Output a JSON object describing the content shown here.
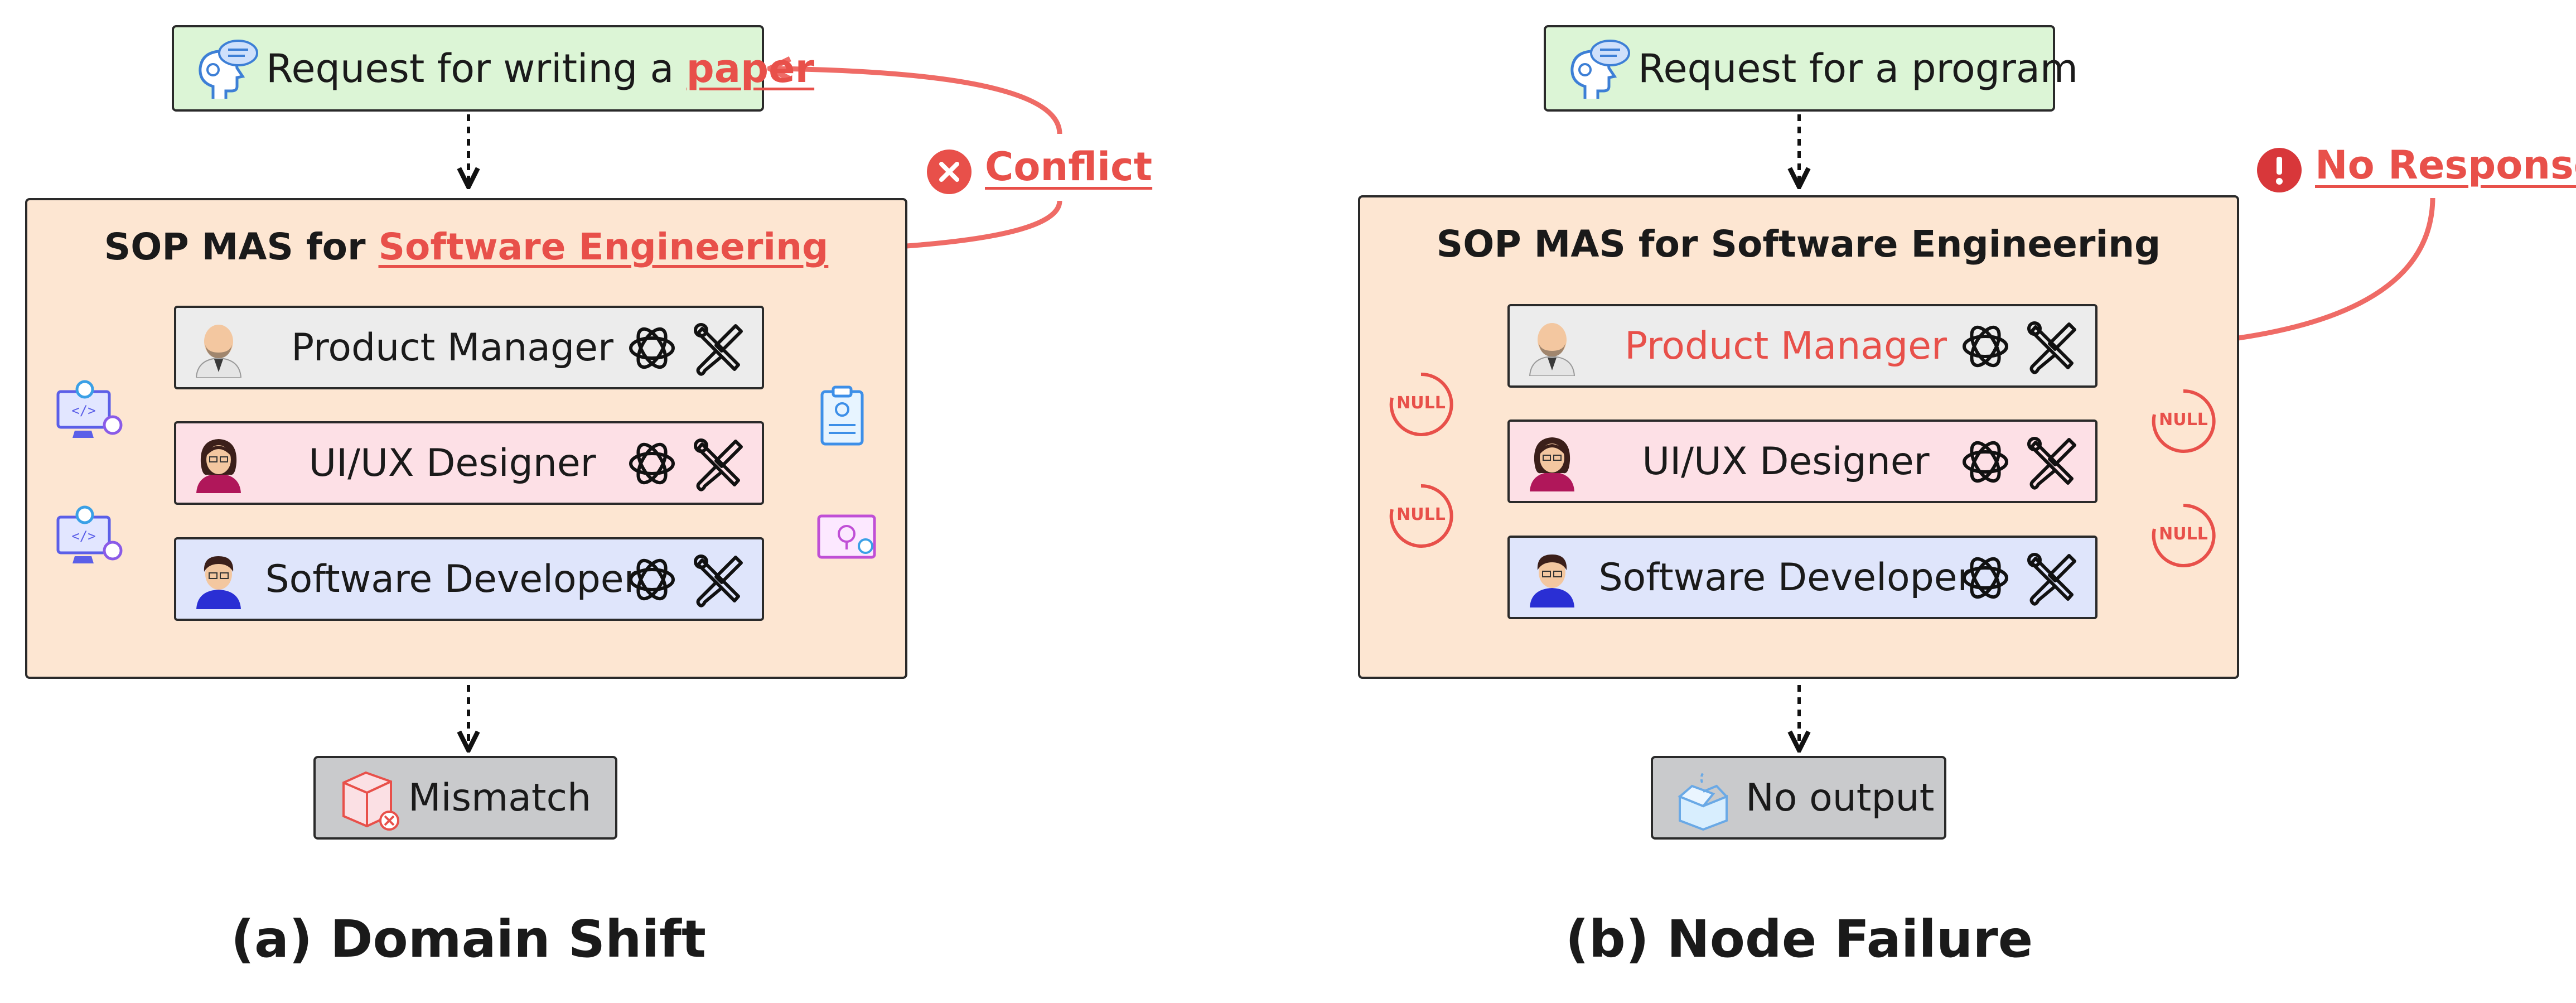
{
  "panel_a": {
    "request_prefix": "Request for writing a ",
    "request_highlight": "paper",
    "mas_title_prefix": "SOP MAS for ",
    "mas_title_highlight": "Software Engineering",
    "roles": [
      "Product Manager",
      "UI/UX Designer",
      "Software Developer"
    ],
    "conflict_label": "Conflict",
    "output_label": "Mismatch",
    "caption": "(a) Domain Shift"
  },
  "panel_b": {
    "request": "Request for a program",
    "mas_title": "SOP MAS for Software Engineering",
    "roles": [
      "Product Manager",
      "UI/UX Designer",
      "Software Developer"
    ],
    "no_response_label": "No Response",
    "null_label": "NULL",
    "output_label": "No output",
    "caption": "(b) Node Failure"
  },
  "colors": {
    "request_bg": "#dcf5d6",
    "mas_bg": "#fde6d2",
    "pm_bg": "#ececec",
    "designer_bg": "#fde0e6",
    "developer_bg": "#dfe5fb",
    "output_bg": "#c9cacc",
    "alert_red": "#e8504a"
  },
  "icons": [
    "thinking-head-icon",
    "openai-logo-icon",
    "tools-icon",
    "developer-screen-icon",
    "clipboard-checklist-icon",
    "design-board-icon",
    "broken-box-icon",
    "empty-box-icon",
    "close-circle-icon",
    "exclamation-circle-icon",
    "null-ring-icon"
  ]
}
